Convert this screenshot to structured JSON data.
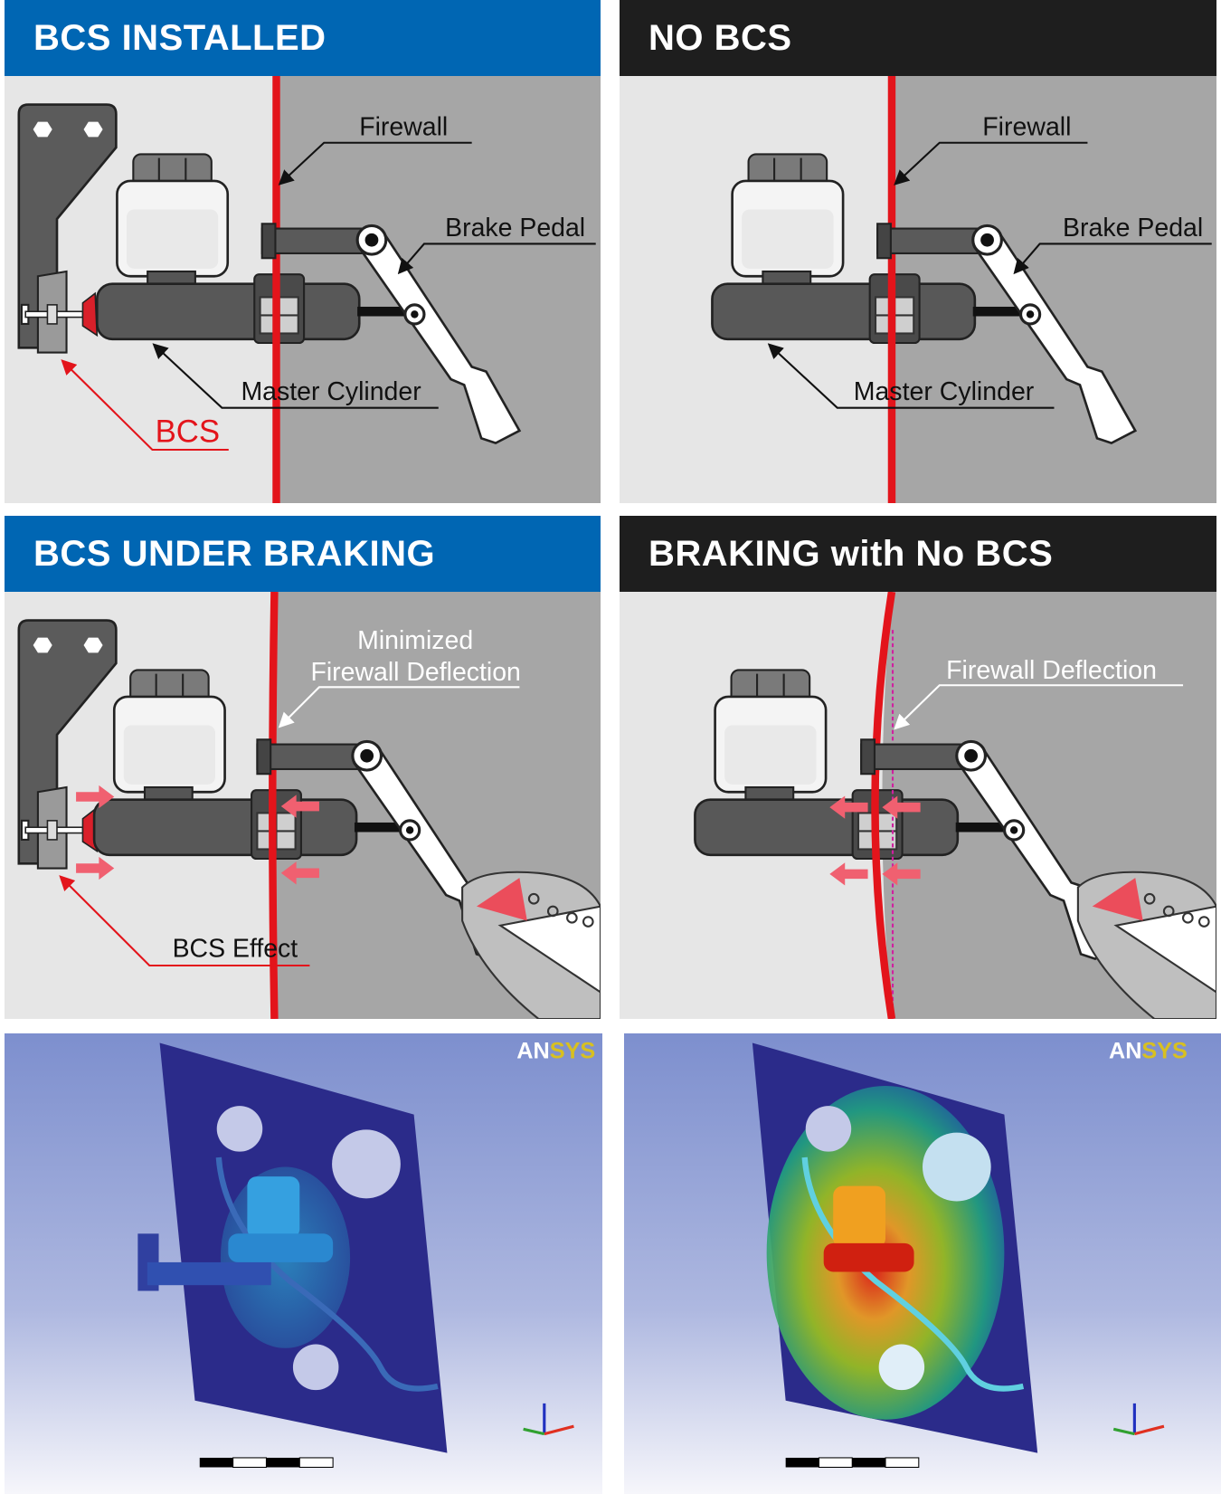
{
  "panels": {
    "bcs_installed": {
      "title": "BCS INSTALLED",
      "labels": {
        "firewall": "Firewall",
        "brake_pedal": "Brake Pedal",
        "master_cylinder": "Master Cylinder",
        "bcs": "BCS"
      }
    },
    "no_bcs": {
      "title": "NO BCS",
      "labels": {
        "firewall": "Firewall",
        "brake_pedal": "Brake Pedal",
        "master_cylinder": "Master Cylinder"
      }
    },
    "bcs_under_braking": {
      "title": "BCS UNDER BRAKING",
      "labels": {
        "minimized_line1": "Minimized",
        "minimized_line2": "Firewall Deflection",
        "bcs_effect": "BCS Effect"
      }
    },
    "braking_no_bcs": {
      "title": "BRAKING with No BCS",
      "labels": {
        "firewall_deflection": "Firewall Deflection"
      }
    }
  },
  "simulations": {
    "left": {
      "logo_white": "AN",
      "logo_yellow": "SYS"
    },
    "right": {
      "logo_white": "AN",
      "logo_yellow": "SYS"
    }
  },
  "colors": {
    "blue_header": "#0066b3",
    "black_header": "#1e1e1e",
    "firewall": "#e3141b"
  }
}
